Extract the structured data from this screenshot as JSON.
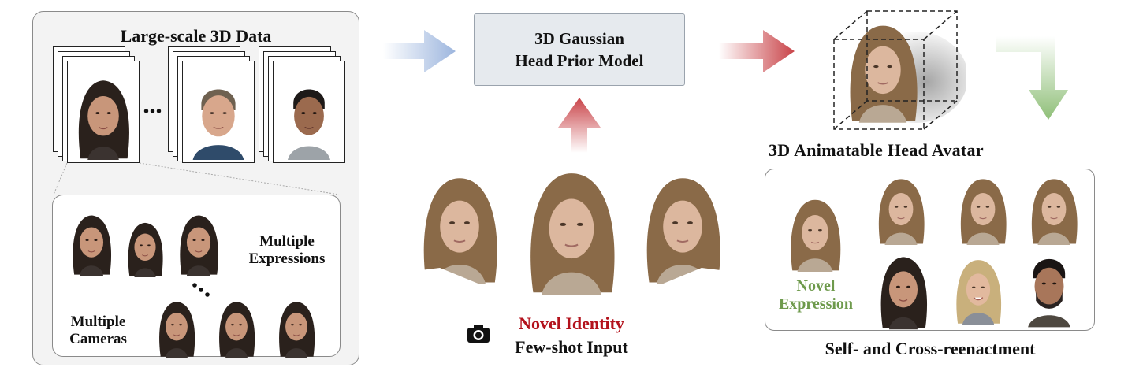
{
  "data_panel": {
    "title": "Large-scale 3D Data",
    "ellipsis": "•••",
    "multiple_expressions": [
      "Multiple",
      "Expressions"
    ],
    "multiple_cameras": [
      "Multiple",
      "Cameras"
    ]
  },
  "prior_model": {
    "line1": "3D Gaussian",
    "line2": "Head Prior Model"
  },
  "input": {
    "novel_identity": "Novel Identity",
    "few_shot": "Few-shot Input"
  },
  "avatar": {
    "title": "3D Animatable Head Avatar"
  },
  "reenactment": {
    "novel_expression": [
      "Novel",
      "Expression"
    ],
    "title": "Self- and Cross-reenactment"
  },
  "colors": {
    "blue_arrow": "#9fb7de",
    "red_arrow": "#c94a4f",
    "green_arrow": "#9cc486",
    "novel_identity": "#b3121c",
    "novel_expression": "#6e9a4c"
  },
  "icons": [
    "camera-icon",
    "face-photo"
  ]
}
